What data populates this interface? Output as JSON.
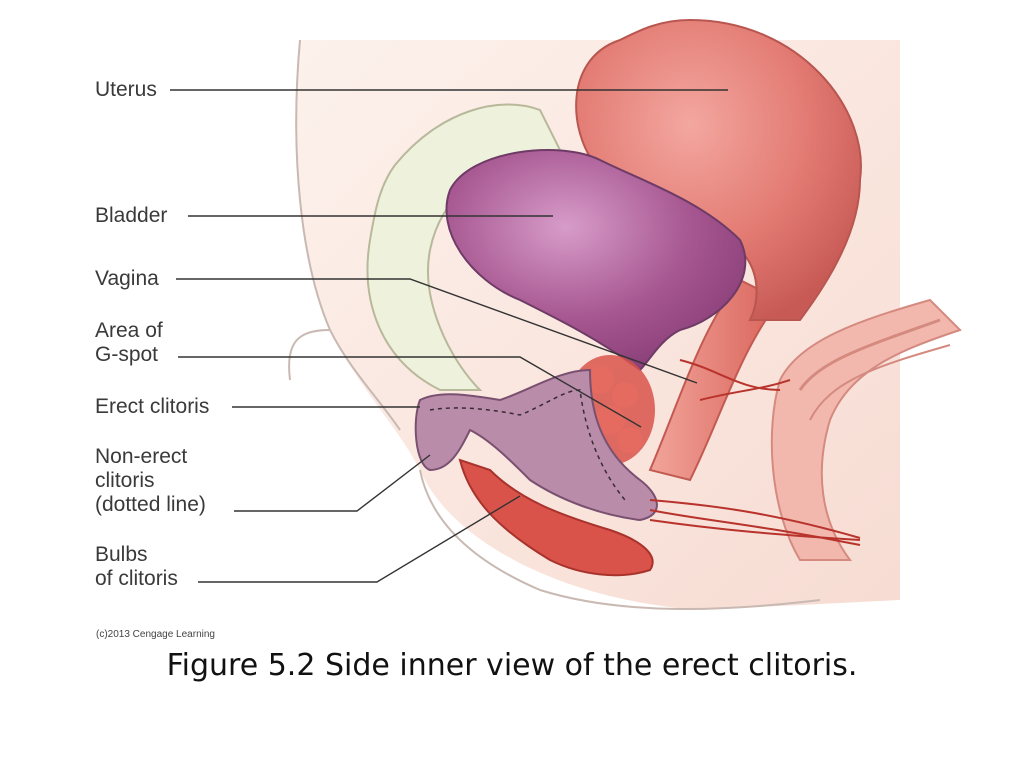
{
  "labels": {
    "uterus": "Uterus",
    "bladder": "Bladder",
    "vagina": "Vagina",
    "gspot": "Area of\nG-spot",
    "erect_clitoris": "Erect clitoris",
    "non_erect": "Non-erect\nclitoris\n(dotted line)",
    "bulbs": "Bulbs\nof clitoris"
  },
  "credit": "(c)2013 Cengage Learning",
  "caption": "Figure 5.2 Side inner view of the erect clitoris.",
  "colors": {
    "skin": "#f4cfc0",
    "skin_dark": "#e8a99a",
    "uterus": "#e2776f",
    "bladder": "#a85a92",
    "bone": "#eef0dc",
    "clitoris": "#b98caa",
    "tissue": "#d9534a",
    "vessel": "#b8332c"
  }
}
